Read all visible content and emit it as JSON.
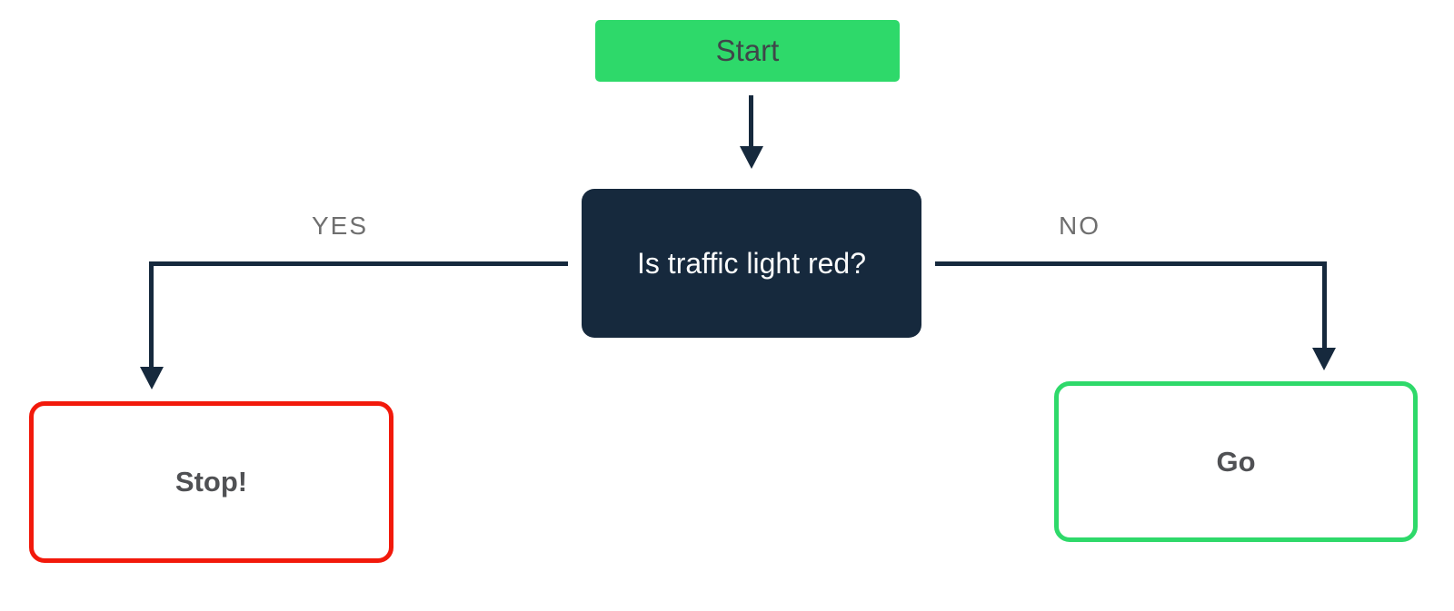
{
  "diagram": {
    "type": "flowchart",
    "nodes": {
      "start": {
        "label": "Start",
        "shape": "rounded-rect",
        "style": "green-fill"
      },
      "decision": {
        "label": "Is traffic light red?",
        "shape": "rounded-rect",
        "style": "navy-fill"
      },
      "stop": {
        "label": "Stop!",
        "shape": "rounded-rect",
        "style": "red-outline"
      },
      "go": {
        "label": "Go",
        "shape": "rounded-rect",
        "style": "green-outline"
      }
    },
    "edges": {
      "start_to_decision": {
        "from": "start",
        "to": "decision",
        "label": ""
      },
      "yes": {
        "from": "decision",
        "to": "stop",
        "label": "YES"
      },
      "no": {
        "from": "decision",
        "to": "go",
        "label": "NO"
      }
    }
  },
  "colors": {
    "green": "#2ED96A",
    "navy": "#16293D",
    "red": "#F2190B",
    "label-gray": "#6F6F6F",
    "text-dark": "#3F4649",
    "text-bold-dark": "#505154",
    "node-text-light": "#FAFBFB",
    "bg": "#FFFFFF"
  }
}
